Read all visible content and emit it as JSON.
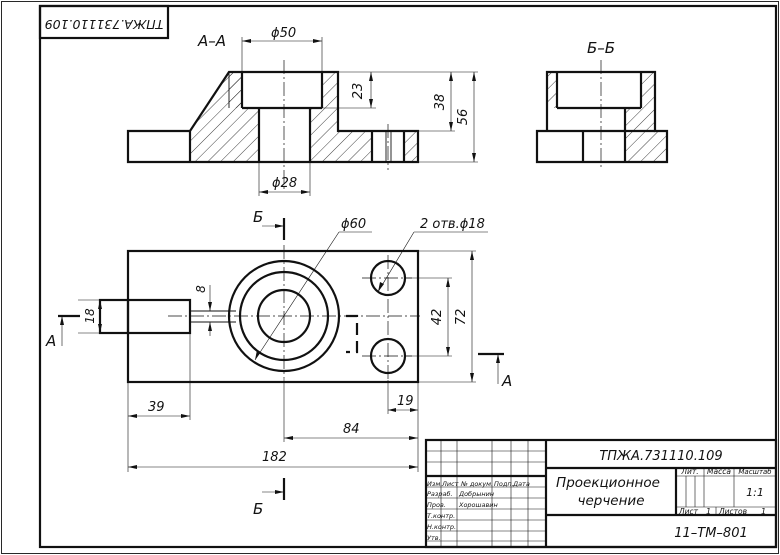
{
  "drawing": {
    "stamp_code_mirrored": "ТПЖА.731110.109",
    "section_aa": "А–А",
    "section_bb": "Б–Б",
    "cut_a": "А",
    "cut_b": "Б",
    "dimensions": {
      "d50": "ϕ50",
      "d23": "23",
      "d38": "38",
      "d56": "56",
      "d28": "ϕ28",
      "d60": "ϕ60",
      "holes": "2 отв.ϕ18",
      "d8": "8",
      "d18": "18",
      "d42": "42",
      "d72": "72",
      "d39": "39",
      "d19": "19",
      "d84": "84",
      "d182": "182"
    }
  },
  "title_block": {
    "code": "ТПЖА.731110.109",
    "title_line1": "Проекционное",
    "title_line2": "черчение",
    "header_lit": "Лит.",
    "header_mass": "Масса",
    "header_scale": "Масштаб",
    "scale_value": "1:1",
    "sheet_label": "Лист",
    "sheet_value": "1",
    "sheets_label": "Листов",
    "sheets_value": "1",
    "group": "11–ТМ–801",
    "col_izm": "Изм.",
    "col_list": "Лист",
    "col_doc": "№ докум.",
    "col_sign": "Подп.",
    "col_date": "Дата",
    "role_dev": "Разраб.",
    "role_check": "Пров.",
    "role_tcontrol": "Т.контр.",
    "role_ncontrol": "Н.контр.",
    "role_approve": "Утв.",
    "name_dev": "Добрынин",
    "name_check": "Хорошавин"
  }
}
